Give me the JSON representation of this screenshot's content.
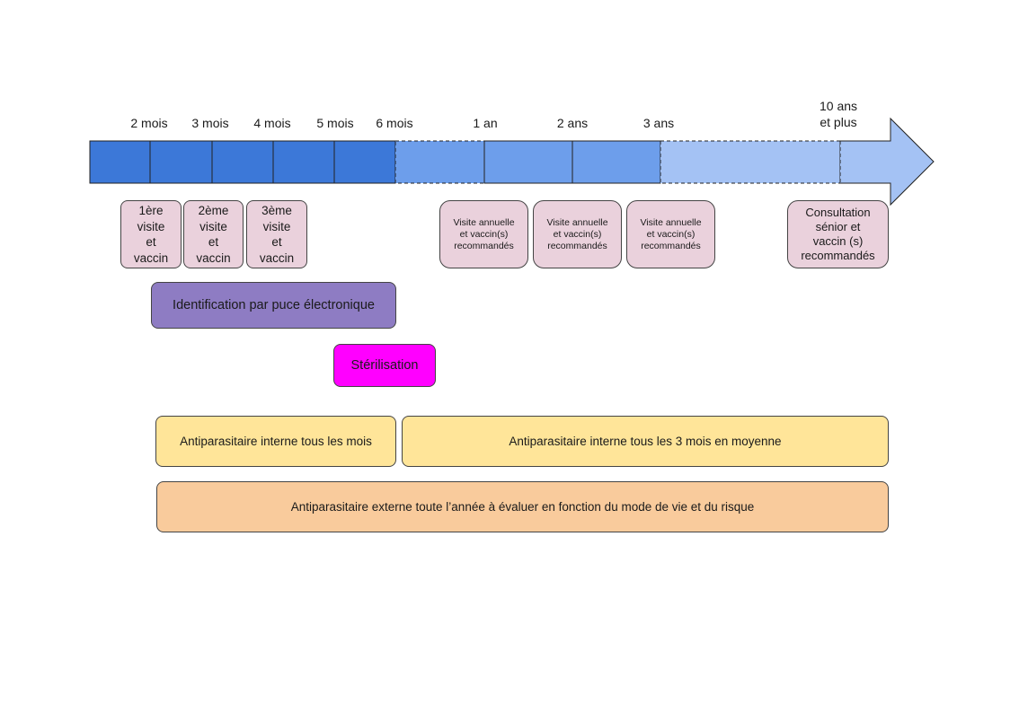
{
  "timeline": {
    "ticks": [
      "2 mois",
      "3 mois",
      "4 mois",
      "5 mois",
      "6 mois",
      "1 an",
      "2 ans",
      "3 ans",
      "10 ans\net plus"
    ],
    "colors": {
      "dark": "#3c78d8",
      "medium": "#6d9eeb",
      "light": "#a4c2f4"
    }
  },
  "visits": [
    "1ère\nvisite\net\nvaccin",
    "2ème\nvisite\net\nvaccin",
    "3ème\nvisite\net\nvaccin"
  ],
  "annual_visits": [
    "Visite annuelle\net vaccin(s)\nrecommandés",
    "Visite annuelle\net vaccin(s)\nrecommandés",
    "Visite annuelle\net vaccin(s)\nrecommandés"
  ],
  "senior": "Consultation\nsénior et\nvaccin (s)\nrecommandés",
  "identification": {
    "label": "Identification par puce électronique",
    "color": "#8e7cc3"
  },
  "sterilisation": {
    "label": "Stérilisation",
    "color": "#ff00ff"
  },
  "antiparasitaire_interne": {
    "monthly": "Antiparasitaire interne tous les mois",
    "quarterly": "Antiparasitaire interne tous les 3 mois en moyenne",
    "color": "#ffe599"
  },
  "antiparasitaire_externe": {
    "label": "Antiparasitaire externe toute l’année à évaluer en fonction du mode de vie et du risque",
    "color": "#f9cb9c"
  }
}
